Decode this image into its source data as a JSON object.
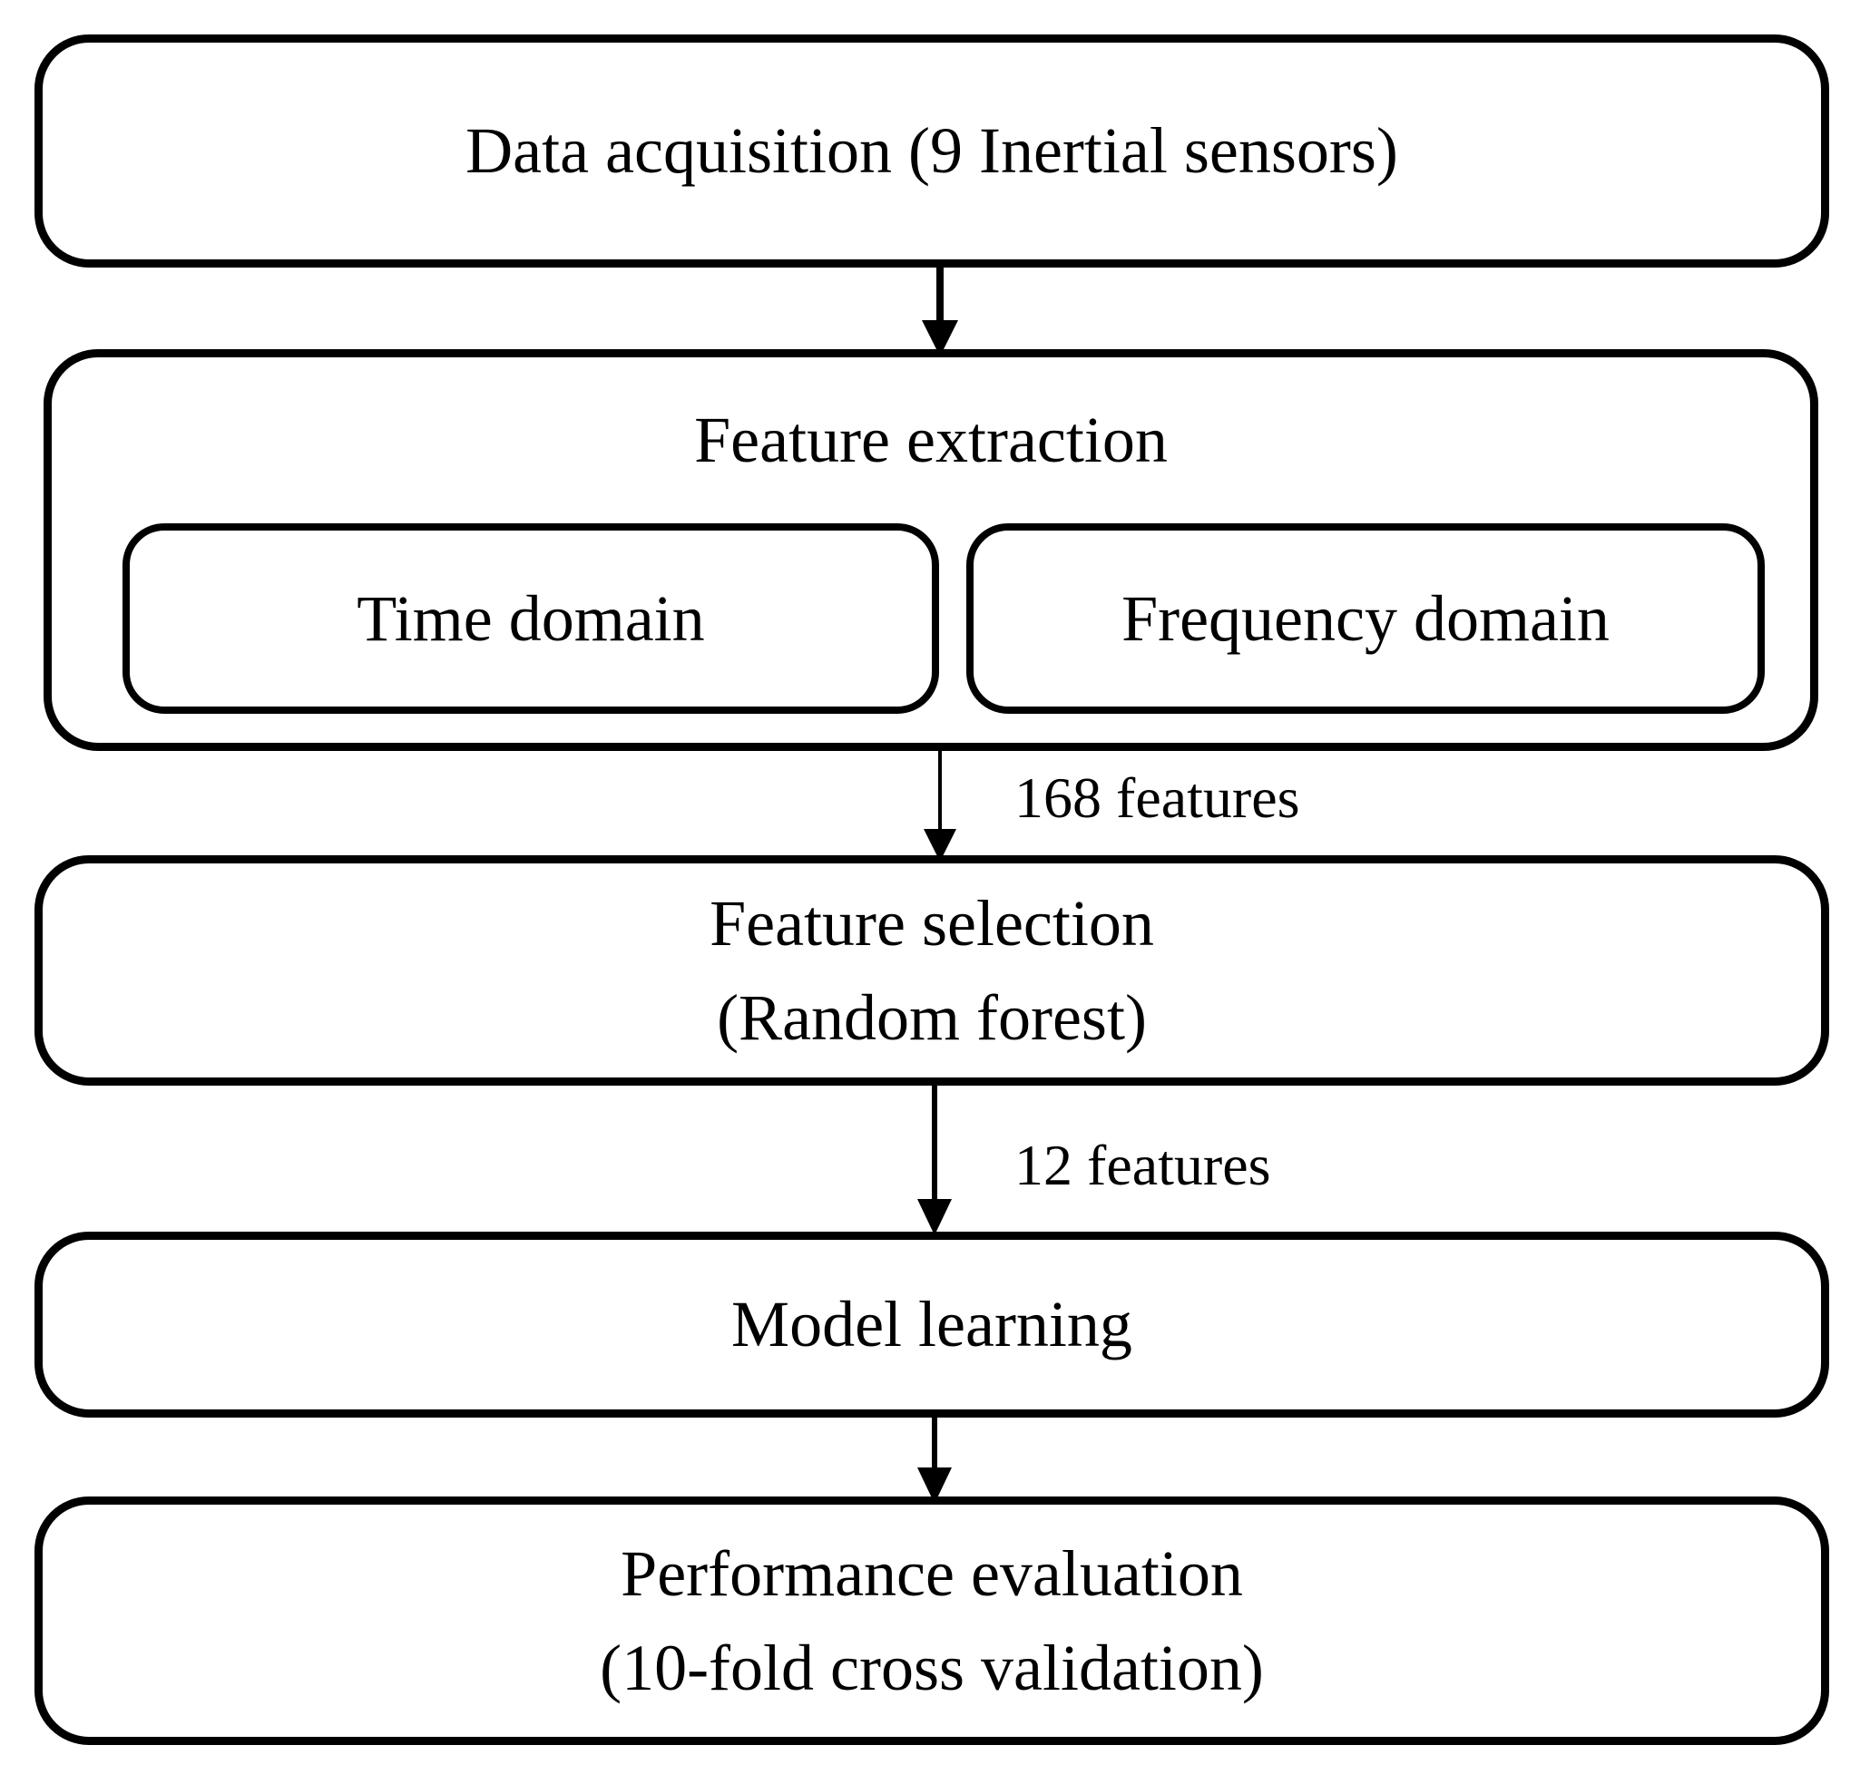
{
  "page": {
    "background": "#ffffff",
    "stroke_color": "#000000"
  },
  "boxes": {
    "data_acquisition": {
      "label": "Data acquisition (9 Inertial sensors)"
    },
    "feature_extraction": {
      "title": "Feature extraction",
      "time_domain": {
        "label": "Time domain"
      },
      "frequency_domain": {
        "label": "Frequency domain"
      }
    },
    "feature_selection": {
      "line1": "Feature selection",
      "line2": "(Random forest)"
    },
    "model_learning": {
      "label": "Model learning"
    },
    "performance_evaluation": {
      "line1": "Performance evaluation",
      "line2": "(10-fold cross validation)"
    }
  },
  "flow_labels": {
    "after_feature_extraction": "168 features",
    "after_feature_selection": "12 features"
  },
  "icons": {
    "flow_arrow": "arrow-down"
  }
}
